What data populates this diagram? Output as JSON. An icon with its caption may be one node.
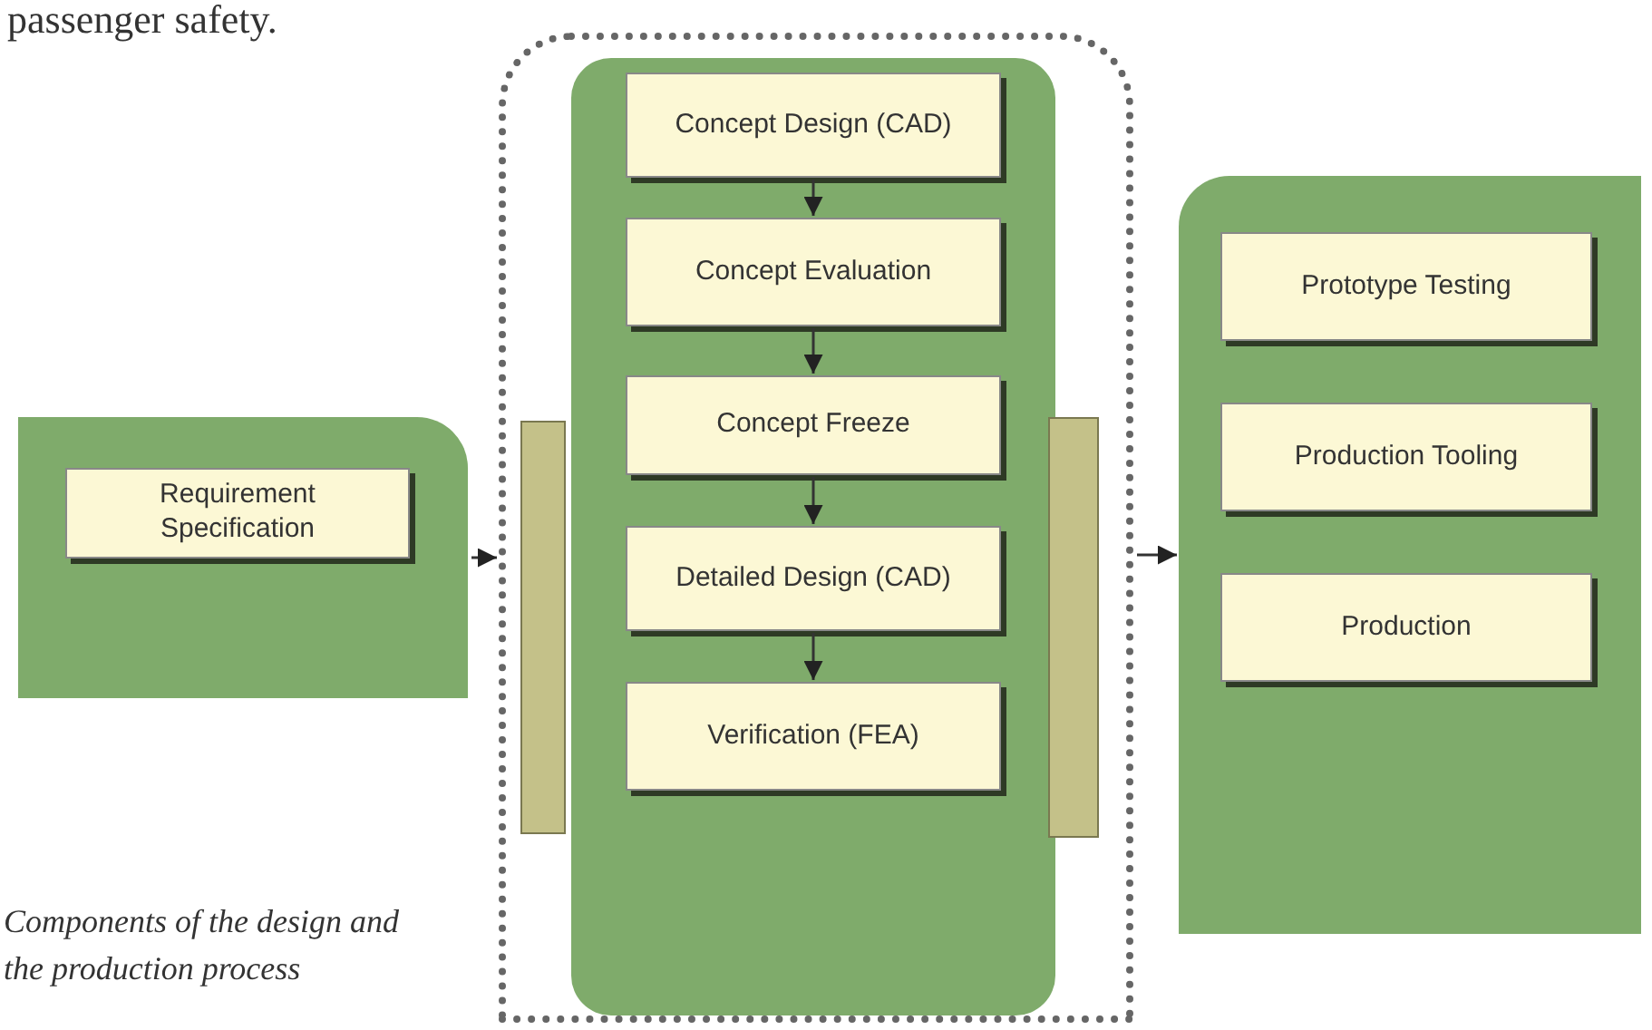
{
  "diagram": {
    "caption": "Components of the design and the production process",
    "nodes": [
      {
        "text": [],
        "shape": "box"
      },
      {
        "text": [
          "Requirement Specification"
        ],
        "in": 0
      },
      {
        "text": [],
        "shape": "box"
      },
      {
        "text": [],
        "shape": "box",
        "in": 2
      },
      {
        "text": [],
        "shape": "bar",
        "in": 2
      },
      {
        "text": [],
        "shape": "bar",
        "in": 2
      },
      {
        "text": [
          "Concept Design (CAD)"
        ],
        "in": 3
      },
      {
        "text": [
          "Concept Evaluation"
        ],
        "in": 3
      },
      {
        "text": [
          "Concept Freeze"
        ],
        "in": 3
      },
      {
        "text": [
          "Detailed Design (CAD)"
        ],
        "in": 3
      },
      {
        "text": [
          "Verification (FEA)"
        ],
        "in": 3
      },
      {
        "text": [],
        "shape": "box"
      },
      {
        "text": [
          "Prototype Testing"
        ],
        "in": 11
      },
      {
        "text": [
          "Production Tooling"
        ],
        "in": 11
      },
      {
        "text": [
          "Production"
        ],
        "in": 11
      }
    ],
    "edges": [
      {
        "from": 0,
        "to": 2,
        "arrow": "to"
      },
      {
        "from": 2,
        "to": 11,
        "arrow": "to"
      },
      {
        "from": 6,
        "to": 7,
        "arrow": "to"
      },
      {
        "from": 7,
        "to": 8,
        "arrow": "to"
      },
      {
        "from": 8,
        "to": 9,
        "arrow": "to"
      },
      {
        "from": 9,
        "to": 10,
        "arrow": "to"
      }
    ],
    "labels": [
      "passenger safety."
    ]
  }
}
